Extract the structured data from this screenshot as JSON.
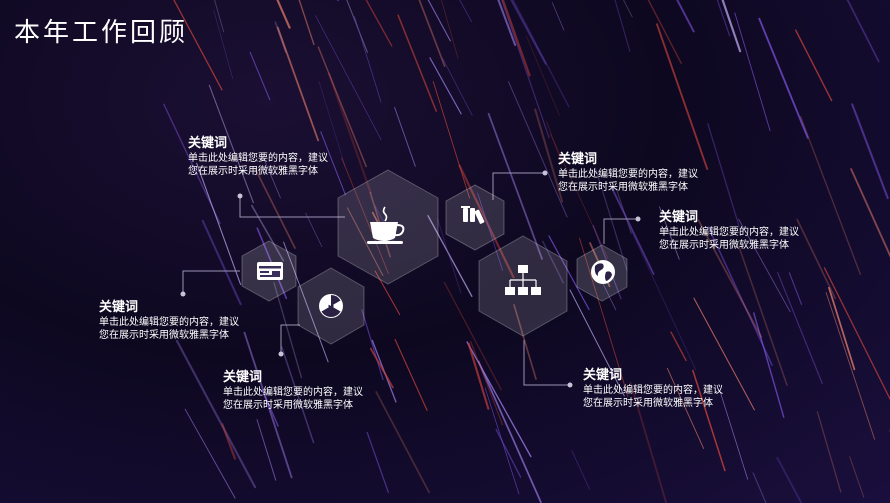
{
  "slide": {
    "title": "本年工作回顾",
    "blocks": [
      {
        "heading": "关键词",
        "line1": "单击此处编辑您要的内容，建议",
        "line2": "您在展示时采用微软雅黑字体"
      },
      {
        "heading": "关键词",
        "line1": "单击此处编辑您要的内容，建议",
        "line2": "您在展示时采用微软雅黑字体"
      },
      {
        "heading": "关键词",
        "line1": "单击此处编辑您要的内容，建议",
        "line2": "您在展示时采用微软雅黑字体"
      },
      {
        "heading": "关键词",
        "line1": "单击此处编辑您要的内容，建议",
        "line2": "您在展示时采用微软雅黑字体"
      },
      {
        "heading": "关键词",
        "line1": "单击此处编辑您要的内容，建议",
        "line2": "您在展示时采用微软雅黑字体"
      },
      {
        "heading": "关键词",
        "line1": "单击此处编辑您要的内容，建议",
        "line2": "您在展示时采用微软雅黑字体"
      }
    ],
    "icons": [
      "coffee-cup-icon",
      "id-card-icon",
      "radiation-icon",
      "test-tubes-icon",
      "org-chart-icon",
      "globe-icon"
    ],
    "colors": {
      "background": "#0d0820",
      "streak_red": "#c8413a",
      "streak_purple": "#7a4fd6",
      "hexagon": "#ffffff"
    }
  }
}
